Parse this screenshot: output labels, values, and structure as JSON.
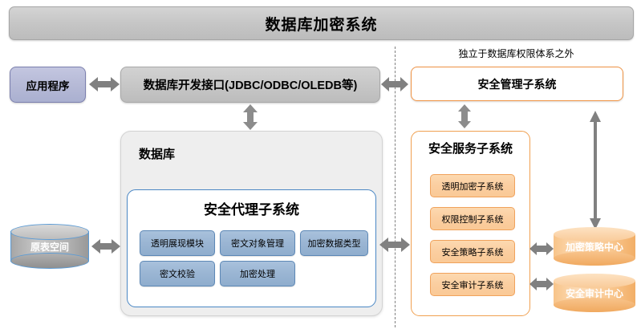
{
  "title": "数据库加密系统",
  "left_side": {
    "application": "应用程序",
    "db_interface": "数据库开发接口(JDBC/ODBC/OLEDB等)",
    "database_label": "数据库",
    "agent_subsystem": {
      "title": "安全代理子系统",
      "modules": [
        "透明展现模块",
        "密文对象管理",
        "加密数据类型",
        "密文校验",
        "加密处理"
      ]
    },
    "source_tablespace": "原表空间"
  },
  "right_side": {
    "independence_note": "独立于数据库权限体系之外",
    "mgmt_subsystem": "安全管理子系统",
    "service_subsystem": {
      "title": "安全服务子系统",
      "modules": [
        "透明加密子系统",
        "权限控制子系统",
        "安全策略子系统",
        "安全审计子系统"
      ]
    },
    "centers": [
      "加密策略中心",
      "安全审计中心"
    ]
  },
  "colors": {
    "title_bar": "#c6c6c6",
    "application": "#b5b9d6",
    "db_interface": "#c6c6c6",
    "database_container": "#eeeeee",
    "agent_chip": "#9ab5d3",
    "agent_border": "#4a87c4",
    "mgmt_box": "#fbc78e",
    "service_border": "#f0a050",
    "service_chip": "#fbcea0",
    "cylinder_gray": "#b0b0b0",
    "cylinder_orange": "#f9c78f",
    "arrow": "#808080",
    "divider": "#7f7f7f"
  },
  "arrows": {
    "app_to_interface": "horizontal-double-arrow",
    "interface_to_divider": "horizontal-double-arrow",
    "divider_to_mgmt": "horizontal-double-arrow",
    "interface_to_database": "vertical-double-arrow",
    "mgmt_to_service": "vertical-double-arrow",
    "mgmt_to_policy_center": "vertical-double-arrow",
    "tablespace_to_database": "horizontal-double-arrow",
    "database_to_service": "horizontal-double-arrow",
    "policy_subsystem_to_center": "horizontal-double-arrow",
    "audit_subsystem_to_center": "horizontal-double-arrow"
  }
}
